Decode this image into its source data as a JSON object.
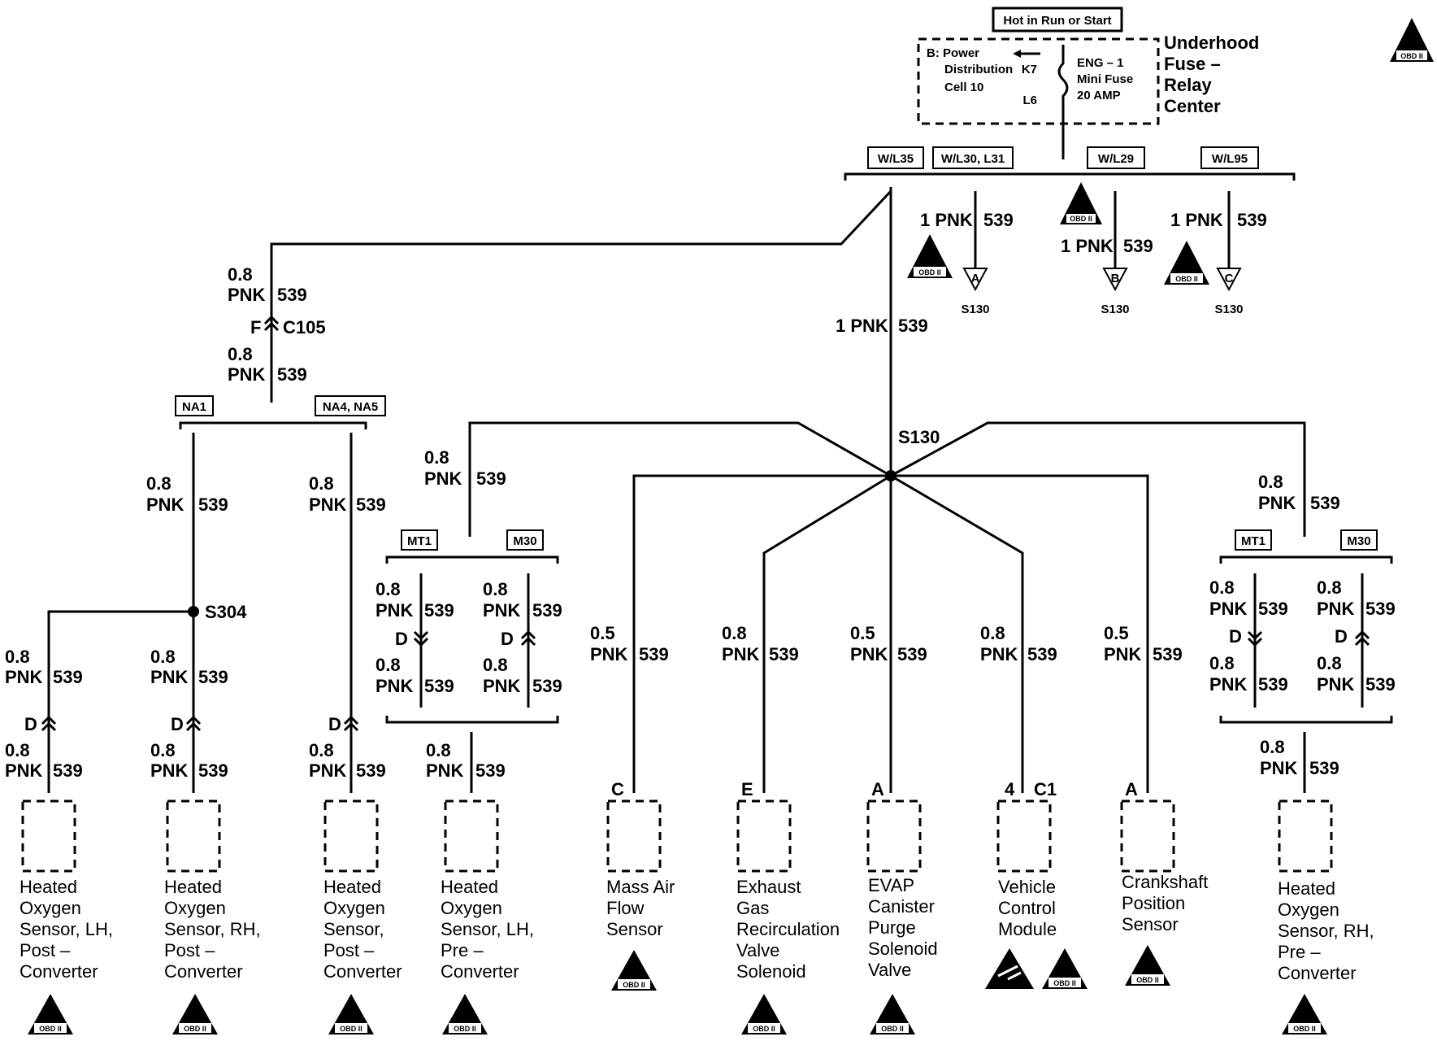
{
  "header": {
    "hot_label": "Hot in Run or Start",
    "fuse_center": [
      "Underhood",
      "Fuse –",
      "Relay",
      "Center"
    ],
    "power_dist": [
      "B: Power",
      "Distribution",
      "Cell 10"
    ],
    "fuse_text": [
      "ENG – 1",
      "Mini Fuse",
      "20 AMP"
    ],
    "pins": [
      "K7",
      "L6"
    ]
  },
  "options": {
    "wl35": "W/L35",
    "wl30": "W/L30, L31",
    "wl29": "W/L29",
    "wl95": "W/L95",
    "na1": "NA1",
    "na45": "NA4, NA5",
    "mt1": "MT1",
    "m30": "M30"
  },
  "wire": {
    "color": "PNK",
    "circuit": "539",
    "g08": "0.8",
    "g05": "0.5",
    "g1": "1"
  },
  "connectors": {
    "c105": "C105",
    "f": "F",
    "d": "D",
    "c1": "C1"
  },
  "splices": {
    "s130": "S130",
    "s304": "S304"
  },
  "refs": {
    "a": "A",
    "b": "B",
    "c": "C"
  },
  "components": {
    "ho2s_lh_post": [
      "Heated",
      "Oxygen",
      "Sensor, LH,",
      "Post –",
      "Converter"
    ],
    "ho2s_rh_post": [
      "Heated",
      "Oxygen",
      "Sensor, RH,",
      "Post –",
      "Converter"
    ],
    "ho2s_post": [
      "Heated",
      "Oxygen",
      "Sensor,",
      "Post –",
      "Converter"
    ],
    "ho2s_lh_pre": [
      "Heated",
      "Oxygen",
      "Sensor, LH,",
      "Pre –",
      "Converter"
    ],
    "maf": [
      "Mass Air",
      "Flow",
      "Sensor"
    ],
    "egr": [
      "Exhaust",
      "Gas",
      "Recirculation",
      "Valve",
      "Solenoid"
    ],
    "evap": [
      "EVAP",
      "Canister",
      "Purge",
      "Solenoid",
      "Valve"
    ],
    "vcm": [
      "Vehicle",
      "Control",
      "Module"
    ],
    "ckp": [
      "Crankshaft",
      "Position",
      "Sensor"
    ],
    "ho2s_rh_pre": [
      "Heated",
      "Oxygen",
      "Sensor, RH,",
      "Pre –",
      "Converter"
    ]
  },
  "pins": {
    "maf": "C",
    "egr": "E",
    "evap": "A",
    "vcm": "4",
    "ckp": "A"
  },
  "obd_label": "OBD II"
}
